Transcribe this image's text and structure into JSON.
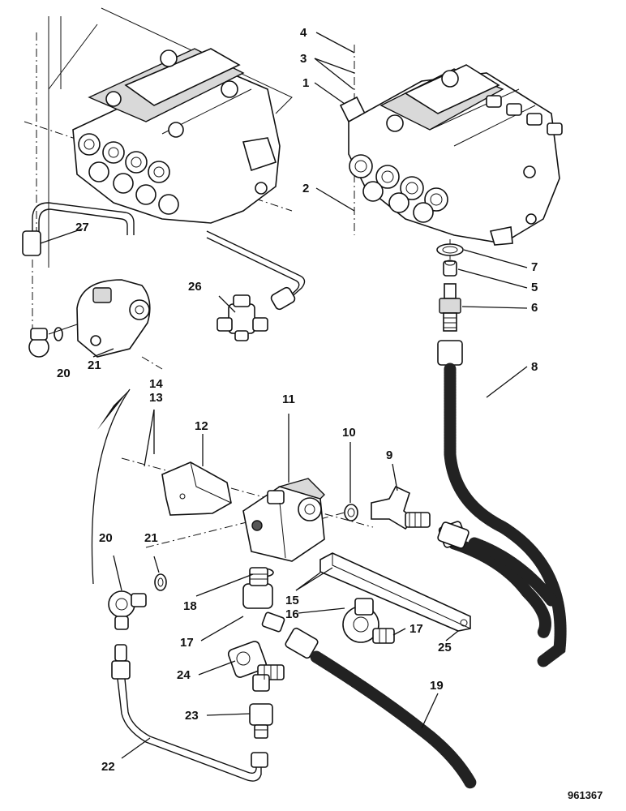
{
  "reference_number": "961367",
  "callouts": [
    {
      "id": "c1",
      "label": "1"
    },
    {
      "id": "c2",
      "label": "2"
    },
    {
      "id": "c3",
      "label": "3"
    },
    {
      "id": "c4",
      "label": "4"
    },
    {
      "id": "c5",
      "label": "5"
    },
    {
      "id": "c6",
      "label": "6"
    },
    {
      "id": "c7",
      "label": "7"
    },
    {
      "id": "c8",
      "label": "8"
    },
    {
      "id": "c9",
      "label": "9"
    },
    {
      "id": "c10",
      "label": "10"
    },
    {
      "id": "c11",
      "label": "11"
    },
    {
      "id": "c12",
      "label": "12"
    },
    {
      "id": "c13",
      "label": "13"
    },
    {
      "id": "c14",
      "label": "14"
    },
    {
      "id": "c15",
      "label": "15"
    },
    {
      "id": "c16",
      "label": "16"
    },
    {
      "id": "c17a",
      "label": "17"
    },
    {
      "id": "c17b",
      "label": "17"
    },
    {
      "id": "c18",
      "label": "18"
    },
    {
      "id": "c19",
      "label": "19"
    },
    {
      "id": "c20a",
      "label": "20"
    },
    {
      "id": "c20b",
      "label": "20"
    },
    {
      "id": "c21a",
      "label": "21"
    },
    {
      "id": "c21b",
      "label": "21"
    },
    {
      "id": "c22",
      "label": "22"
    },
    {
      "id": "c23",
      "label": "23"
    },
    {
      "id": "c24",
      "label": "24"
    },
    {
      "id": "c25",
      "label": "25"
    },
    {
      "id": "c26",
      "label": "26"
    },
    {
      "id": "c27",
      "label": "27"
    }
  ]
}
